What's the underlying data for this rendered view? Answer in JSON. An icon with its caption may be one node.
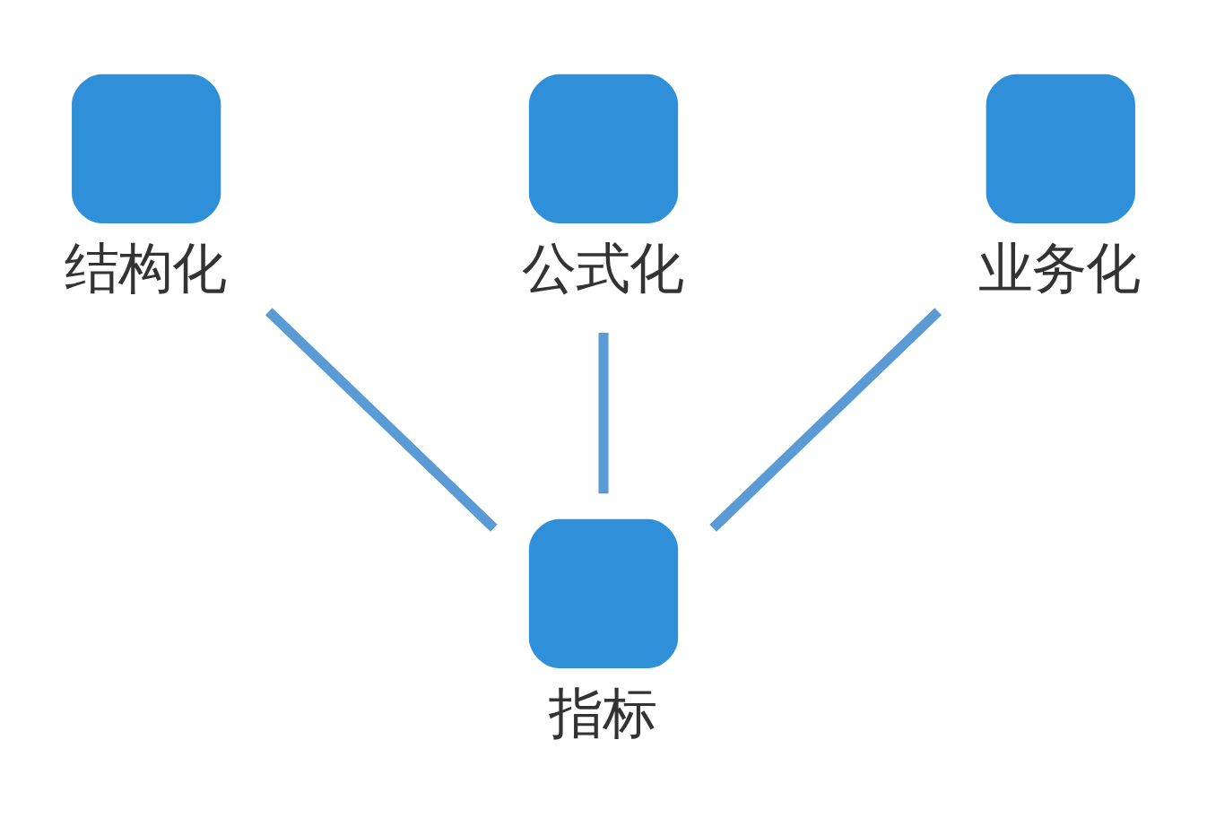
{
  "diagram": {
    "nodes": [
      {
        "text": [
          "结构化"
        ]
      },
      {
        "text": [
          "公式化"
        ]
      },
      {
        "text": [
          "业务化"
        ]
      },
      {
        "text": [
          "指标"
        ]
      }
    ],
    "edges": [
      {
        "from": 0,
        "to": 3,
        "arrow": "none"
      },
      {
        "from": 1,
        "to": 3,
        "arrow": "none"
      },
      {
        "from": 2,
        "to": 3,
        "arrow": "none"
      }
    ]
  }
}
